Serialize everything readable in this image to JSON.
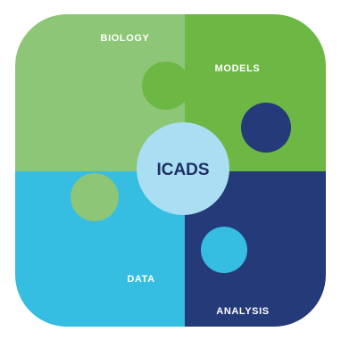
{
  "diagram": {
    "center_label": "ICADS",
    "pieces": [
      {
        "id": "biology",
        "label": "BIOLOGY",
        "color": "#8cc676"
      },
      {
        "id": "models",
        "label": "MODELS",
        "color": "#6db845"
      },
      {
        "id": "data",
        "label": "DATA",
        "color": "#35bde2"
      },
      {
        "id": "analysis",
        "label": "ANALYSIS",
        "color": "#253a78"
      }
    ],
    "center_color": "#a9def3",
    "center_text_color": "#1f2f63"
  }
}
